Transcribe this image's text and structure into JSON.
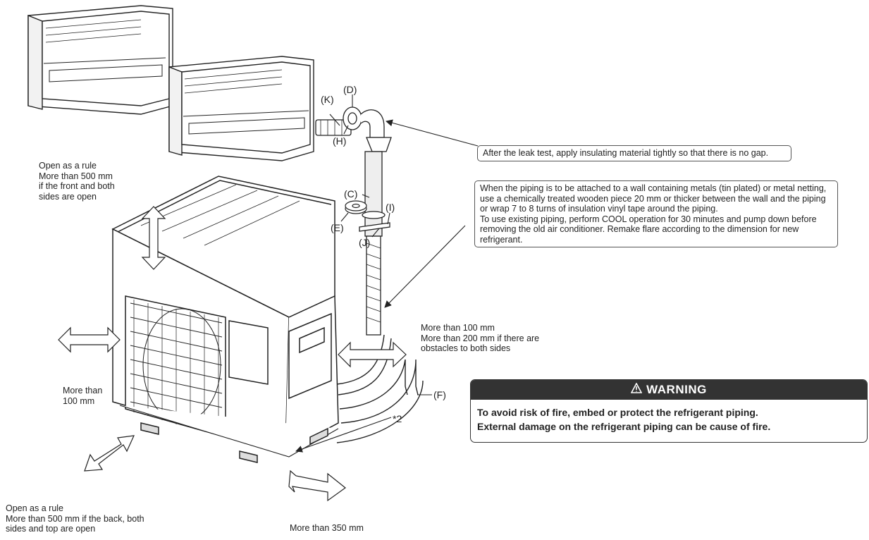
{
  "labels": {
    "K": "(K)",
    "D": "(D)",
    "H": "(H)",
    "C": "(C)",
    "I": "(I)",
    "E": "(E)",
    "J": "(J)",
    "F": "(F)",
    "star2": "*2"
  },
  "clearances": {
    "top": "Open as a rule\nMore than 500 mm\nif the front and both\nsides are open",
    "left": "More than\n100 mm",
    "right": "More than 100 mm\nMore than 200 mm if there are\nobstacles to both sides",
    "back": "Open as a rule\nMore than 500 mm if the back, both\nsides and top are open",
    "front": "More than 350 mm"
  },
  "callouts": {
    "insulation": "After the leak test, apply insulating material tightly so that there is no gap.",
    "piping": "When the piping is to be attached to a wall containing metals (tin plated) or metal netting, use a chemically treated wooden piece 20 mm or thicker between the wall and the piping or wrap 7 to 8 turns of insulation vinyl tape around the piping.\nTo use existing piping, perform COOL operation for 30 minutes and pump down before removing the old air conditioner. Remake flare according to the dimension for new refrigerant."
  },
  "warning": {
    "title": "WARNING",
    "line1": "To avoid risk of fire, embed or protect the refrigerant piping.",
    "line2": "External damage on the refrigerant piping can be cause of fire."
  },
  "icons": {
    "warning_icon": "warning-triangle-icon",
    "clearance_arrows": "double-arrow-icon"
  },
  "colors": {
    "line": "#222222",
    "warning_header": "#333333",
    "warning_text": "#ffffff"
  }
}
